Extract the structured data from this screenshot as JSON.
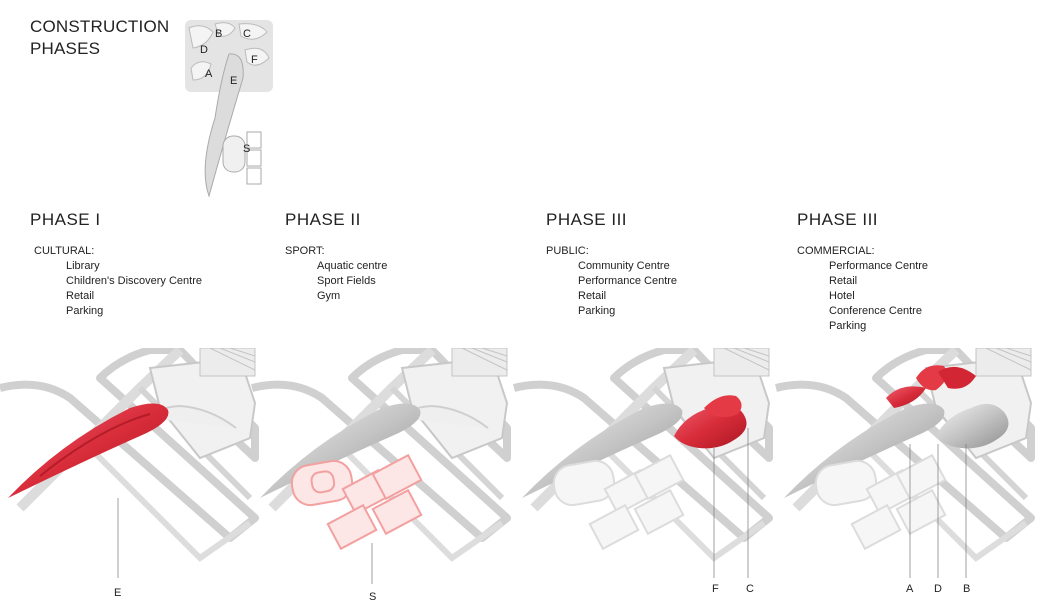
{
  "header": {
    "title_line1": "CONSTRUCTION",
    "title_line2": "PHASES"
  },
  "key_map": {
    "labels": [
      "B",
      "C",
      "D",
      "F",
      "A",
      "E",
      "S"
    ]
  },
  "phases": [
    {
      "title": "PHASE  I",
      "category": "CULTURAL:",
      "items": [
        "Library",
        "Children's Discovery Centre",
        "Retail",
        "Parking"
      ],
      "leader_labels": [
        "E"
      ]
    },
    {
      "title": "PHASE  II",
      "category": "SPORT:",
      "items": [
        "Aquatic centre",
        "Sport Fields",
        "Gym"
      ],
      "leader_labels": [
        "S"
      ]
    },
    {
      "title": "PHASE  III",
      "category": "PUBLIC:",
      "items": [
        "Community Centre",
        "Performance Centre",
        "Retail",
        "Parking"
      ],
      "leader_labels": [
        "F",
        "C"
      ]
    },
    {
      "title": "PHASE  III",
      "category": "COMMERCIAL:",
      "items": [
        "Performance Centre",
        "Retail",
        "Hotel",
        "Conference Centre",
        "Parking"
      ],
      "leader_labels": [
        "A",
        "D",
        "B"
      ]
    }
  ],
  "colors": {
    "highlight": "#e0303c",
    "highlight_light": "#f2a0a0",
    "building": "#c8c8c8",
    "road": "#d6d6d6",
    "ghost": "#e8e8e8"
  }
}
